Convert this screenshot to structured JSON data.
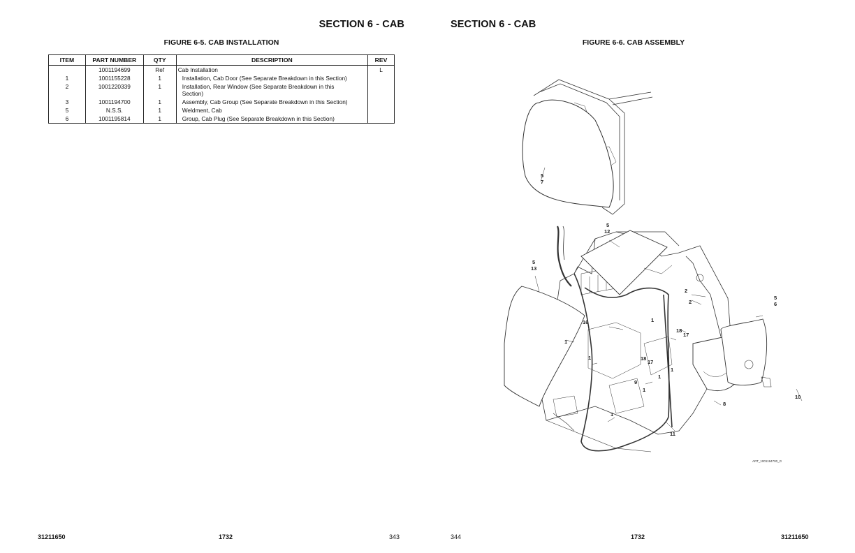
{
  "left_page": {
    "section_title": "SECTION 6 - CAB",
    "figure_title": "FIGURE 6-5. CAB INSTALLATION",
    "table": {
      "headers": [
        "ITEM",
        "PART NUMBER",
        "QTY",
        "DESCRIPTION",
        "REV"
      ],
      "rows": [
        {
          "item": "",
          "part": "1001194699",
          "qty": "Ref",
          "desc": "Cab Installation",
          "rev": "L"
        },
        {
          "item": "1",
          "part": "1001155228",
          "qty": "1",
          "desc": "Installation, Cab Door (See Separate Breakdown in this Section)",
          "rev": ""
        },
        {
          "item": "2",
          "part": "1001220339",
          "qty": "1",
          "desc": "Installation, Rear Window (See Separate Breakdown in this Section)",
          "rev": ""
        },
        {
          "item": "3",
          "part": "1001194700",
          "qty": "1",
          "desc": "Assembly, Cab Group (See Separate Breakdown in this Section)",
          "rev": ""
        },
        {
          "item": "5",
          "part": "N.S.S.",
          "qty": "1",
          "desc": "Weldment, Cab",
          "rev": ""
        },
        {
          "item": "6",
          "part": "1001195814",
          "qty": "1",
          "desc": "Group, Cab Plug (See Separate Breakdown in this Section)",
          "rev": ""
        }
      ]
    },
    "footer": {
      "doc_number": "31211650",
      "model": "1732",
      "page": "343"
    }
  },
  "right_page": {
    "section_title": "SECTION 6 - CAB",
    "figure_title": "FIGURE 6-6. CAB ASSEMBLY",
    "art_id": "ART_1001194700_G",
    "callouts": {
      "c5a": "5",
      "c7": "7",
      "c5b": "5",
      "c12": "12",
      "c5c": "5",
      "c13": "13",
      "c2a": "2",
      "c2b": "2",
      "c5d": "5",
      "c6": "6",
      "c16": "16",
      "c1a": "1",
      "c1b": "1",
      "c1c": "1",
      "c18a": "18",
      "c17a": "17",
      "c18b": "18",
      "c17b": "17",
      "c1d": "1",
      "c9": "9",
      "c1e": "1",
      "c1f": "1",
      "c1g": "1",
      "c8": "8",
      "c10": "10",
      "c11": "11"
    },
    "footer": {
      "page": "344",
      "model": "1732",
      "doc_number": "31211650"
    }
  }
}
